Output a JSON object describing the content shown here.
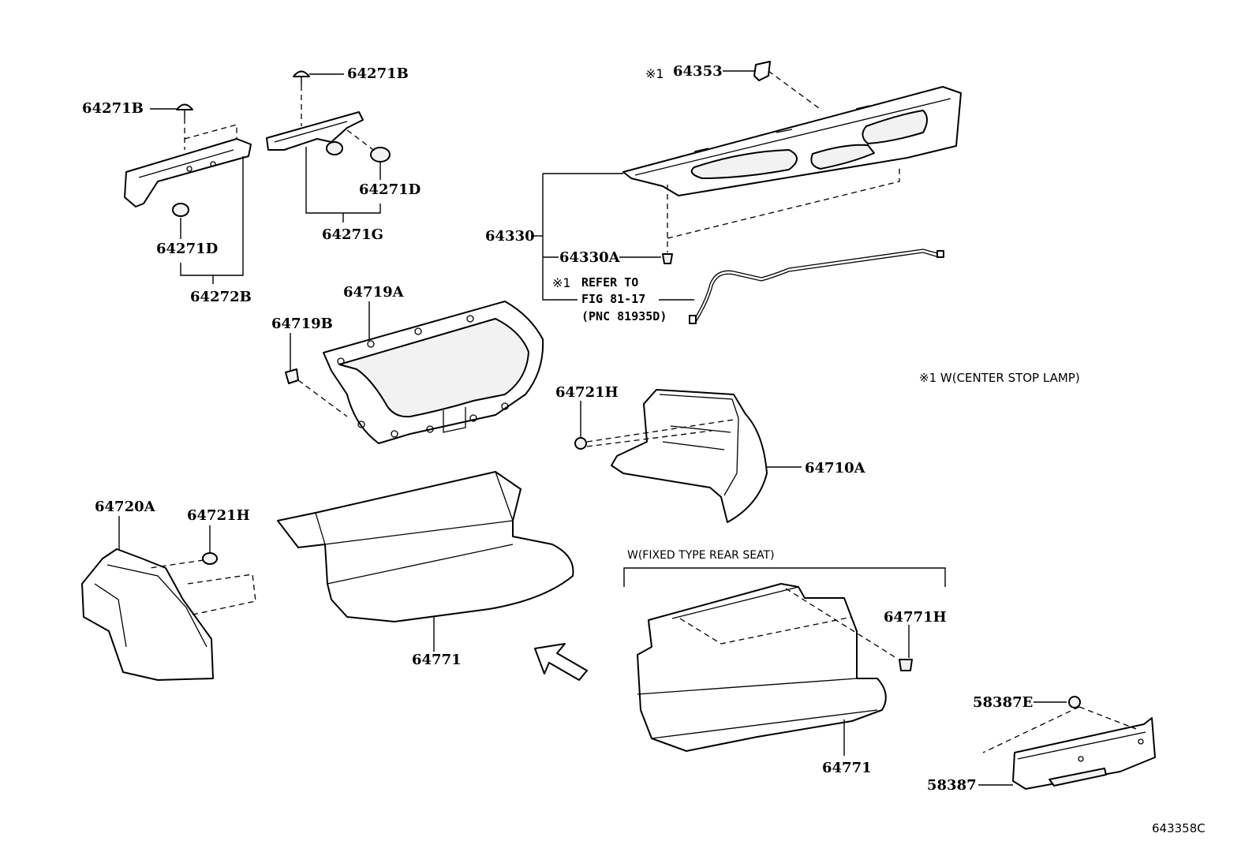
{
  "labels": {
    "p64271B_a": "64271B",
    "p64271B_b": "64271B",
    "p64271D_a": "64271D",
    "p64271D_b": "64271D",
    "p64271G": "64271G",
    "p64272B": "64272B",
    "p64353": "64353",
    "p64330": "64330",
    "p64330A": "64330A",
    "p64719A": "64719A",
    "p64719B": "64719B",
    "p64721H_a": "64721H",
    "p64721H_b": "64721H",
    "p64710A": "64710A",
    "p64720A": "64720A",
    "p64771_a": "64771",
    "p64771_b": "64771",
    "p64771H": "64771H",
    "p58387E": "58387E",
    "p58387": "58387"
  },
  "marks": {
    "mark_64353": "※1",
    "mark_refer": "※1"
  },
  "reference": {
    "line1": "REFER TO",
    "line2": "FIG 81-17",
    "line3": "(PNC 81935D)"
  },
  "notes": {
    "center_stop_lamp": "※1 W(CENTER STOP LAMP)",
    "fixed_type_rear_seat": "W(FIXED TYPE REAR SEAT)"
  },
  "figure_id": "643358C"
}
